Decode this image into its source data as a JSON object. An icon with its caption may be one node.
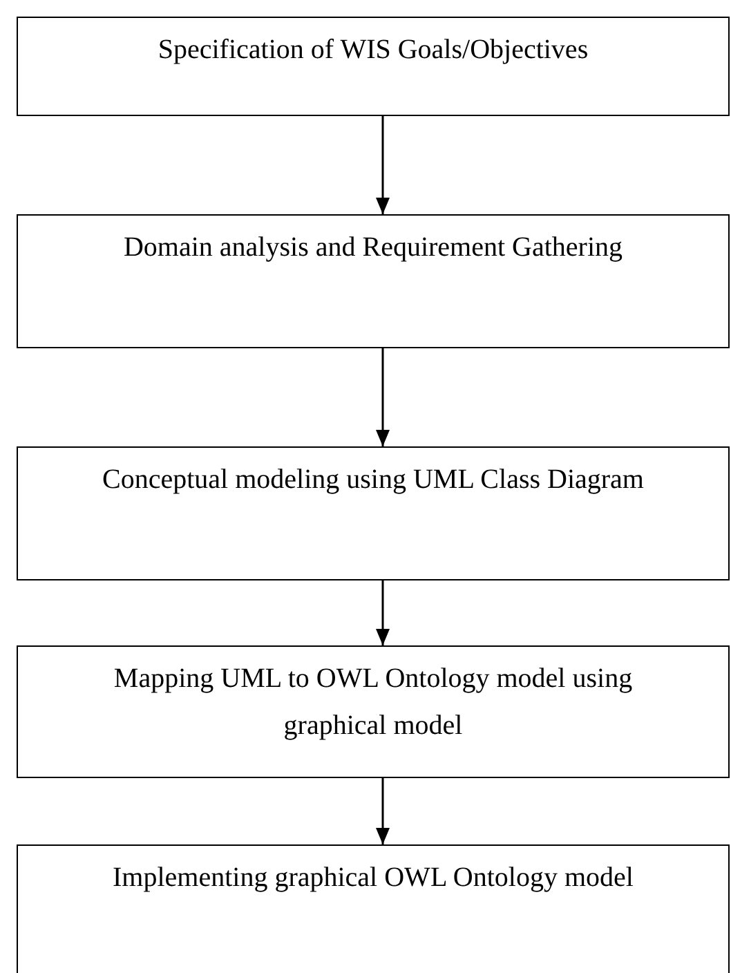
{
  "diagram": {
    "nodes": [
      {
        "text": [
          "Specification of WIS Goals/Objectives"
        ]
      },
      {
        "text": [
          "Domain analysis and Requirement Gathering"
        ]
      },
      {
        "text": [
          "Conceptual modeling using UML Class Diagram"
        ]
      },
      {
        "text": [
          "Mapping UML to OWL Ontology model using graphical model"
        ]
      },
      {
        "text": [
          "Implementing graphical OWL Ontology model"
        ]
      }
    ],
    "edges": [
      {
        "from": 0,
        "to": 1,
        "arrow": "to"
      },
      {
        "from": 1,
        "to": 2,
        "arrow": "to"
      },
      {
        "from": 2,
        "to": 3,
        "arrow": "to"
      },
      {
        "from": 3,
        "to": 4,
        "arrow": "to"
      }
    ]
  }
}
